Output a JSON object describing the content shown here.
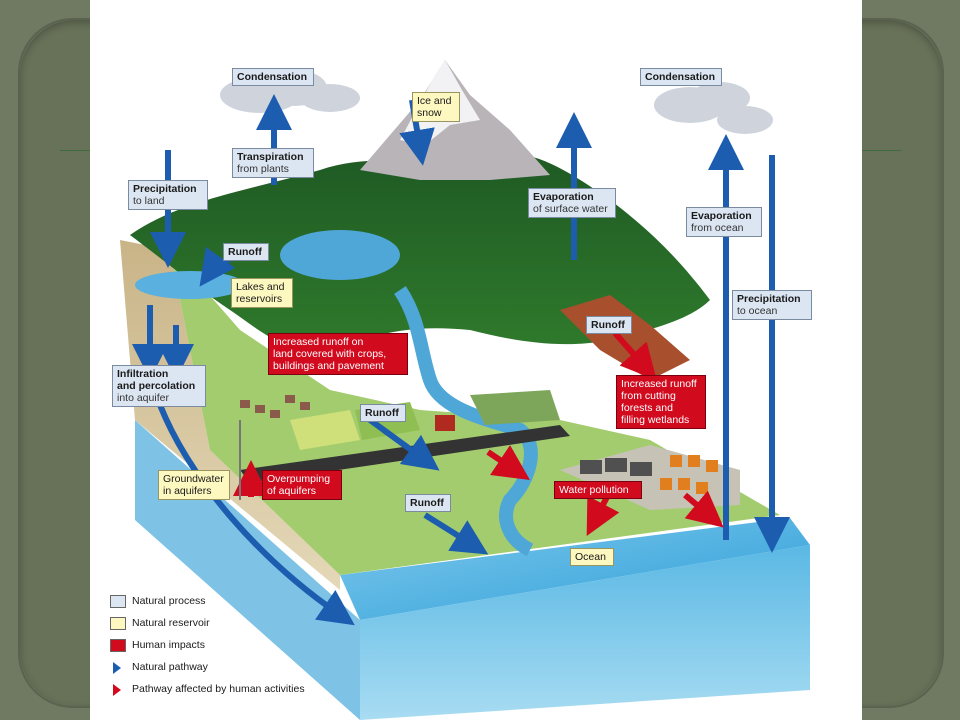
{
  "labels": {
    "condensation_left": "Condensation",
    "condensation_right": "Condensation",
    "ice_snow": [
      "Ice and",
      "snow"
    ],
    "transpiration": "Transpiration",
    "transpiration_sub": "from plants",
    "precip_land": "Precipitation",
    "precip_land_sub": "to land",
    "evap_surface": "Evaporation",
    "evap_surface_sub": "of surface water",
    "evap_ocean": "Evaporation",
    "evap_ocean_sub": "from ocean",
    "precip_ocean": "Precipitation",
    "precip_ocean_sub": "to ocean",
    "runoff_top": "Runoff",
    "lakes": [
      "Lakes and",
      "reservoirs"
    ],
    "runoff_right": "Runoff",
    "increased_runoff_crops": [
      "Increased runoff on",
      "land covered with crops,",
      "buildings and pavement"
    ],
    "infiltration": [
      "Infiltration",
      "and percolation"
    ],
    "infiltration_sub": "into aquifer",
    "runoff_middle": "Runoff",
    "increased_runoff_forests": [
      "Increased runoff",
      "from cutting",
      "forests and",
      "filling wetlands"
    ],
    "groundwater": [
      "Groundwater",
      "in aquifers"
    ],
    "overpumping": [
      "Overpumping",
      "of aquifers"
    ],
    "water_pollution": "Water pollution",
    "runoff_bottom": "Runoff",
    "ocean": "Ocean"
  },
  "legend": {
    "natural_process": "Natural process",
    "natural_reservoir": "Natural reservoir",
    "human_impacts": "Human impacts",
    "natural_pathway": "Natural pathway",
    "human_pathway": "Pathway affected by human activities"
  },
  "colors": {
    "natural_process": "#dce6f2",
    "natural_reservoir": "#fdf7c0",
    "human_impacts": "#d10a1e",
    "natural_arrow": "#1c5db0",
    "human_arrow": "#d10a1e"
  }
}
